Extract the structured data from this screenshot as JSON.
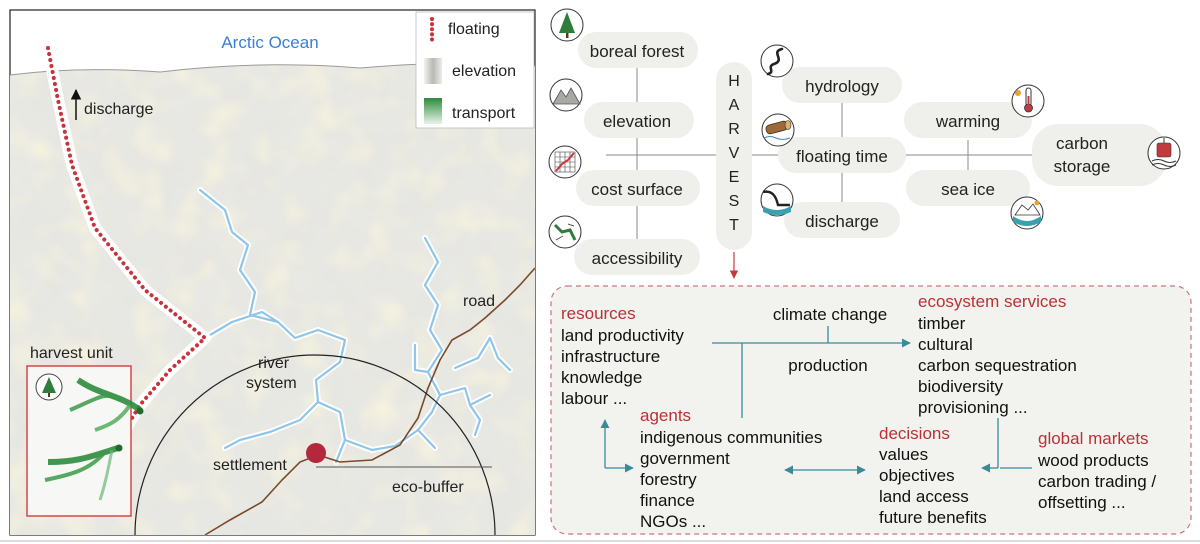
{
  "map": {
    "ocean_label": "Arctic Ocean",
    "discharge_label": "discharge",
    "harvest_unit_label": "harvest unit",
    "river_system_label_line1": "river",
    "river_system_label_line2": "system",
    "road_label": "road",
    "settlement_label": "settlement",
    "eco_buffer_label": "eco-buffer",
    "legend": {
      "floating": "floating",
      "elevation": "elevation",
      "transport": "transport"
    },
    "colors": {
      "floating": "#c8323a",
      "river": "#8ec5ea",
      "settlement": "#b3283a",
      "harvest_box": "#d63a3a",
      "transport": "#2e8b3e",
      "road": "#7a4a2a"
    }
  },
  "factors": {
    "left": [
      "boreal forest",
      "elevation",
      "cost surface",
      "accessibility"
    ],
    "center": [
      "hydrology",
      "floating time",
      "discharge"
    ],
    "right": [
      "warming",
      "sea ice"
    ],
    "far_right": "carbon storage",
    "far_right_line1": "carbon",
    "far_right_line2": "storage",
    "harvest_letters": [
      "H",
      "A",
      "R",
      "V",
      "E",
      "S",
      "T"
    ]
  },
  "icons": {
    "boreal_forest": "tree-icon",
    "elevation": "mountains-icon",
    "cost_surface": "grid-chart-icon",
    "accessibility": "route-map-icon",
    "hydrology": "stream-icon",
    "floating_time": "log-icon",
    "discharge": "waterfall-icon",
    "warming": "thermometer-icon",
    "sea_ice": "iceberg-icon",
    "carbon_storage": "buoy-icon"
  },
  "framework": {
    "resources": {
      "title": "resources",
      "items": [
        "land productivity",
        "infrastructure",
        "knowledge",
        "labour ..."
      ]
    },
    "climate_change": "climate change",
    "production": "production",
    "ecosystem_services": {
      "title": "ecosystem services",
      "items": [
        "timber",
        "cultural",
        "carbon sequestration",
        "biodiversity",
        "provisioning ..."
      ]
    },
    "agents": {
      "title": "agents",
      "items": [
        "indigenous communities",
        "government",
        "forestry",
        "finance",
        "NGOs ..."
      ]
    },
    "decisions": {
      "title": "decisions",
      "items": [
        "values",
        "objectives",
        "land access",
        "future benefits"
      ]
    },
    "global_markets": {
      "title": "global markets",
      "items": [
        "wood products",
        "carbon trading /",
        "offsetting ..."
      ]
    },
    "colors": {
      "heading": "#b83236",
      "arrow": "#3a8a9a",
      "box_border": "#c9757a"
    }
  }
}
